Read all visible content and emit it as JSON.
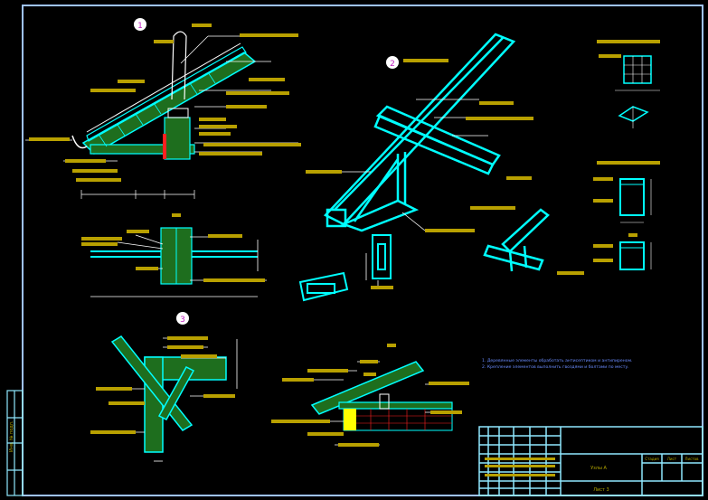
{
  "drawing": {
    "background": "#000000",
    "frame_color": "#9fc3ff",
    "stamp_color": "#8fe8ff",
    "colors": {
      "cyan": "#00ffff",
      "green": "#1e6e1e",
      "yellow": "#ffff00",
      "white": "#ffffff",
      "red": "#ff2020",
      "blue_text": "#6a8cff"
    },
    "markers": [
      {
        "id": "marker-1",
        "label": "1"
      },
      {
        "id": "marker-2",
        "label": "2"
      },
      {
        "id": "marker-3",
        "label": "3"
      }
    ],
    "notes": [
      "1. Деревянные элементы обработать антисептиком и антипиреном.",
      "2. Крепление элементов выполнить гвоздями и болтами по месту."
    ],
    "title_block": {
      "sheet_label": "Узлы А",
      "sheet_label2": "Лист 3",
      "col_stage": "Стадия",
      "col_sheet": "Лист",
      "col_sheets": "Листов"
    },
    "side_label": "Инв. № подл."
  }
}
